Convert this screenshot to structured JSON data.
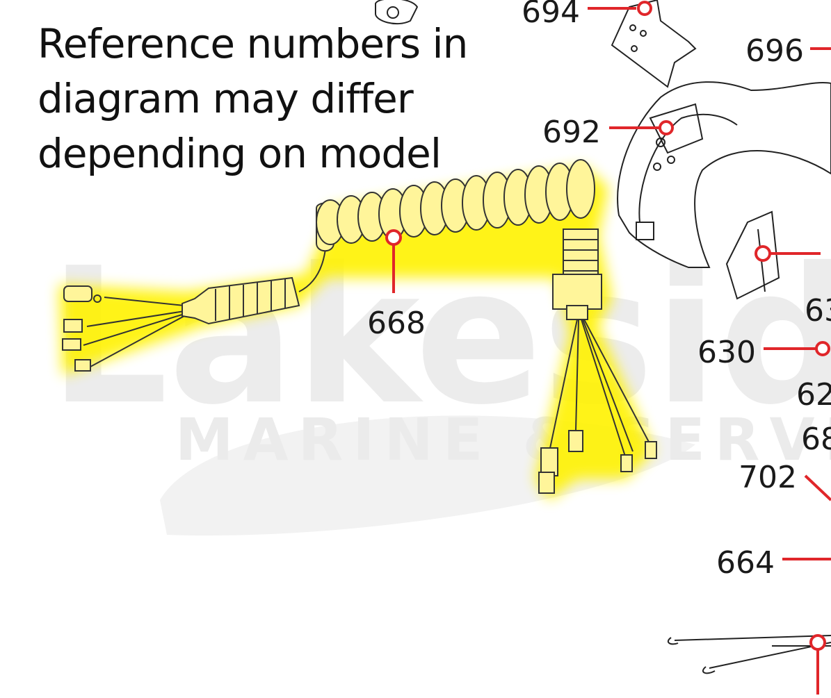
{
  "note": {
    "lines": [
      "Reference numbers in",
      "diagram may differ",
      "depending on model"
    ]
  },
  "watermark": {
    "brand": "Lakeside",
    "tagline": "MARINE & SERVICE"
  },
  "parts": {
    "p694": "694",
    "p696": "696",
    "p692": "692",
    "p668": "668",
    "p63x": "63",
    "p630": "630",
    "p62x": "62",
    "p68x": "68",
    "p702": "702",
    "p664": "664"
  },
  "highlighted_part": "668",
  "colors": {
    "callout": "#e0262a",
    "highlight": "#fff200",
    "line_art": "#222222",
    "watermark": "#e9e9e9"
  }
}
